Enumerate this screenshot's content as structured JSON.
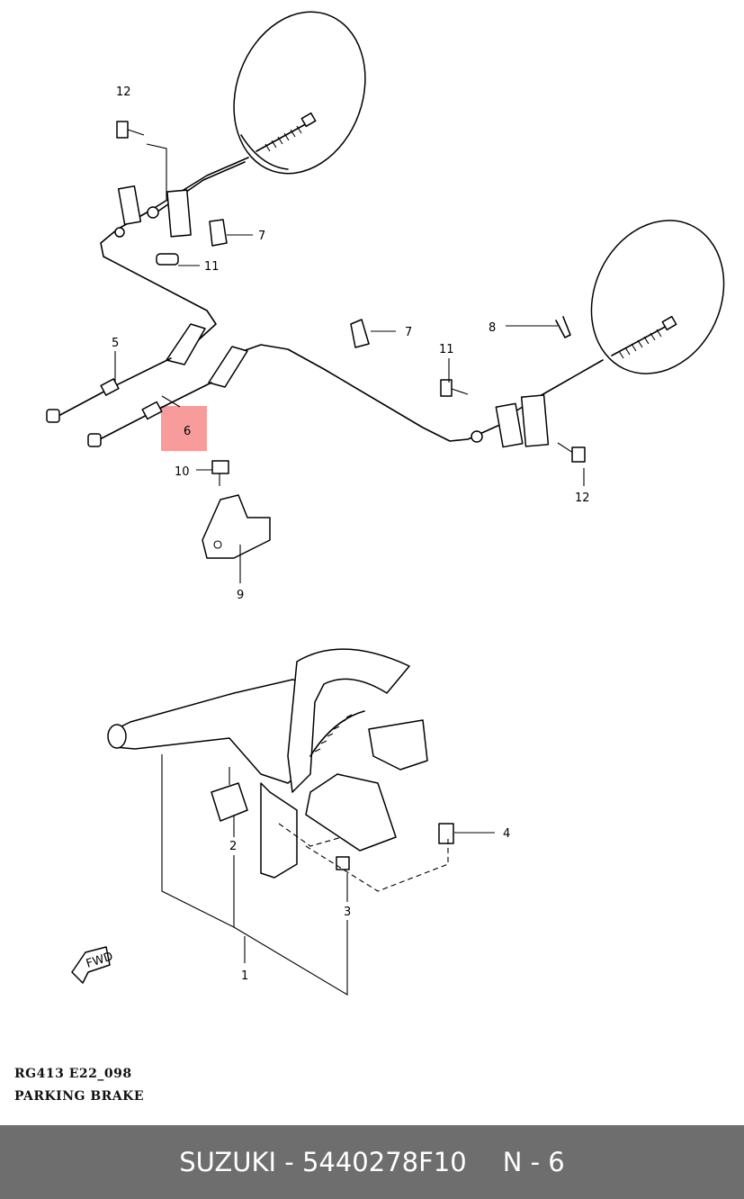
{
  "diagram": {
    "callouts": {
      "c12a": "12",
      "c7a": "7",
      "c11a": "11",
      "c5": "5",
      "c6": "6",
      "c10": "10",
      "c9": "9",
      "c7b": "7",
      "c8": "8",
      "c11b": "11",
      "c12b": "12",
      "c2": "2",
      "c4": "4",
      "c3": "3",
      "c1": "1"
    },
    "fwd_label": "FWD",
    "highlighted_part": "6"
  },
  "caption": {
    "code": "RG413  E22_098",
    "title": "PARKING BRAKE"
  },
  "footer": {
    "brand_part": "SUZUKI - 5440278F10",
    "position": "N - 6"
  }
}
